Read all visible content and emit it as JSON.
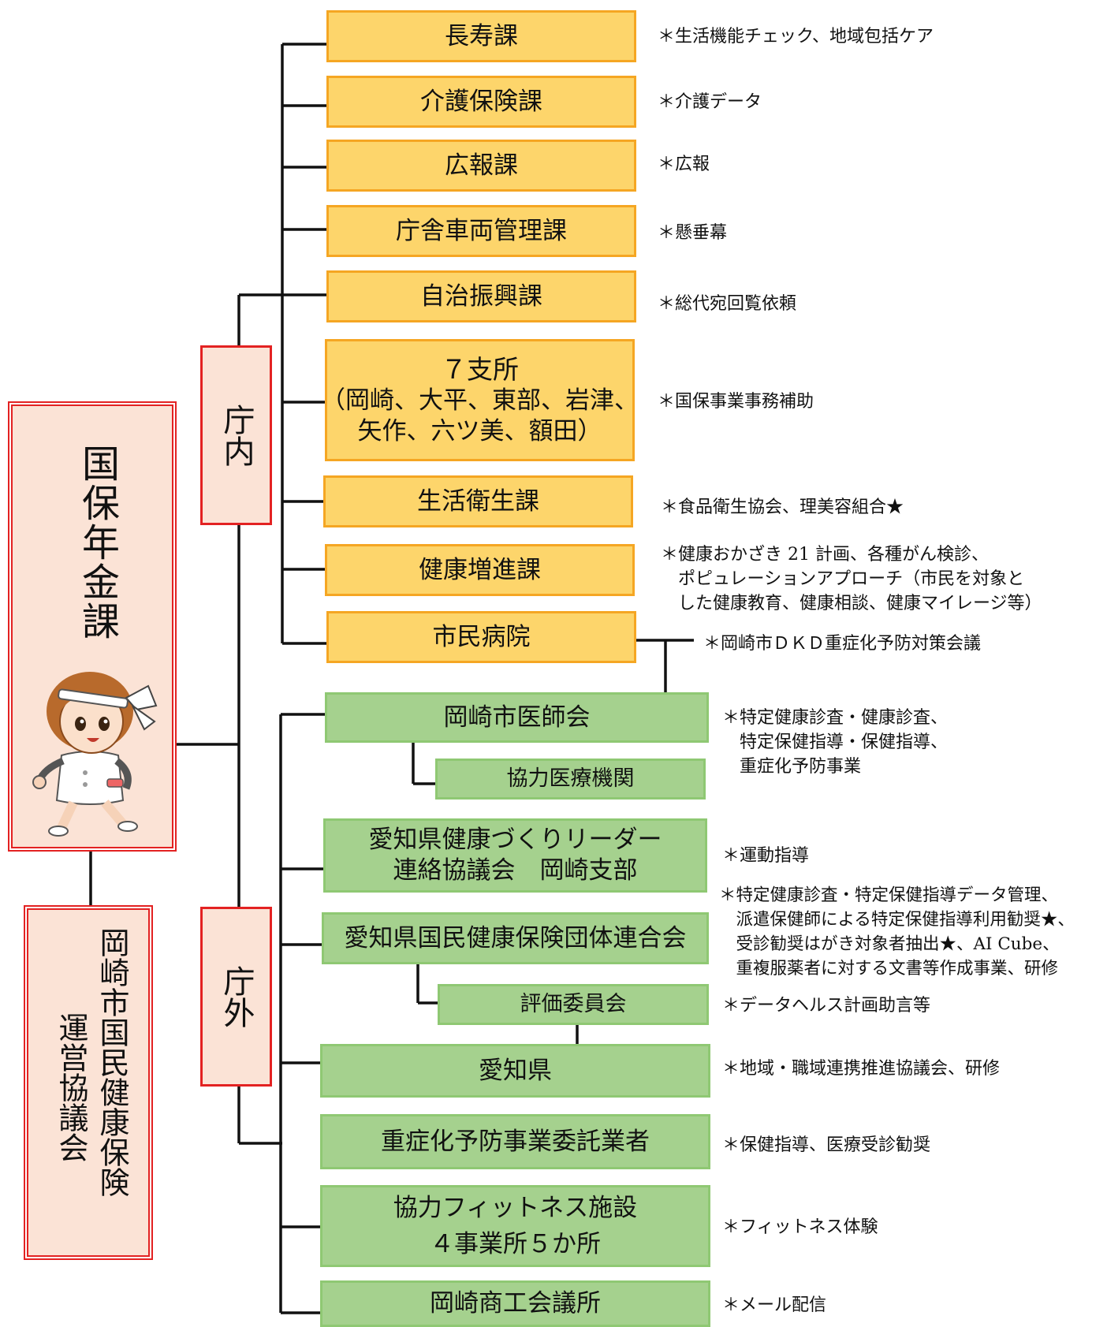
{
  "main_dept": "国保年金課",
  "council": {
    "line1": "岡崎市国民健康保険",
    "line2": "運営協議会"
  },
  "groups": {
    "internal": "庁内",
    "external": "庁外"
  },
  "internal_depts": [
    {
      "lines": [
        "長寿課"
      ],
      "note": [
        "＊生活機能チェック、地域包括ケア"
      ]
    },
    {
      "lines": [
        "介護保険課"
      ],
      "note": [
        "＊介護データ"
      ]
    },
    {
      "lines": [
        "広報課"
      ],
      "note": [
        "＊広報"
      ]
    },
    {
      "lines": [
        "庁舎車両管理課"
      ],
      "note": [
        "＊懸垂幕"
      ]
    },
    {
      "lines": [
        "自治振興課"
      ],
      "note": [
        "＊総代宛回覧依頼"
      ]
    },
    {
      "lines": [
        "７支所",
        "（岡崎、大平、東部、岩津、",
        "矢作、六ツ美、額田）"
      ],
      "note": [
        "＊国保事業事務補助"
      ]
    },
    {
      "lines": [
        "生活衛生課"
      ],
      "note": [
        "＊食品衛生協会、理美容組合★"
      ]
    },
    {
      "lines": [
        "健康増進課"
      ],
      "note": [
        "＊健康おかざき 21 計画、各種がん検診、",
        "　ポピュレーションアプローチ（市民を対象と",
        "　した健康教育、健康相談、健康マイレージ等）"
      ]
    },
    {
      "lines": [
        "市民病院"
      ],
      "note": [
        "＊岡崎市ＤＫＤ重症化予防対策会議"
      ]
    }
  ],
  "external_orgs": [
    {
      "lines": [
        "岡崎市医師会"
      ],
      "note": [
        "＊特定健康診査・健康診査、",
        "　特定保健指導・保健指導、",
        "　重症化予防事業"
      ]
    },
    {
      "lines": [
        "協力医療機関"
      ],
      "note": []
    },
    {
      "lines": [
        "愛知県健康づくりリーダー",
        "連絡協議会　岡崎支部"
      ],
      "note": [
        "＊運動指導"
      ]
    },
    {
      "lines": [
        "愛知県国民健康保険団体連合会"
      ],
      "note": [
        "＊特定健康診査・特定保健指導データ管理、",
        "　派遣保健師による特定保健指導利用勧奨★、",
        "　受診勧奨はがき対象者抽出★、AI Cube、",
        "　重複服薬者に対する文書等作成事業、研修"
      ]
    },
    {
      "lines": [
        "評価委員会"
      ],
      "note": [
        "＊データヘルス計画助言等"
      ]
    },
    {
      "lines": [
        "愛知県"
      ],
      "note": [
        "＊地域・職域連携推進協議会、研修"
      ]
    },
    {
      "lines": [
        "重症化予防事業委託業者"
      ],
      "note": [
        "＊保健指導、医療受診勧奨"
      ]
    },
    {
      "lines": [
        "協力フィットネス施設",
        "４事業所５か所"
      ],
      "note": [
        "＊フィットネス体験"
      ]
    },
    {
      "lines": [
        "岡崎商工会議所"
      ],
      "note": [
        "＊メール配信"
      ]
    }
  ],
  "colors": {
    "internal_fill": "#fdd56b",
    "internal_border": "#f5a623",
    "external_fill": "#a5d18e",
    "external_border": "#8fc873",
    "frame_red": "#e32222",
    "frame_fill": "#fbe3d6"
  }
}
